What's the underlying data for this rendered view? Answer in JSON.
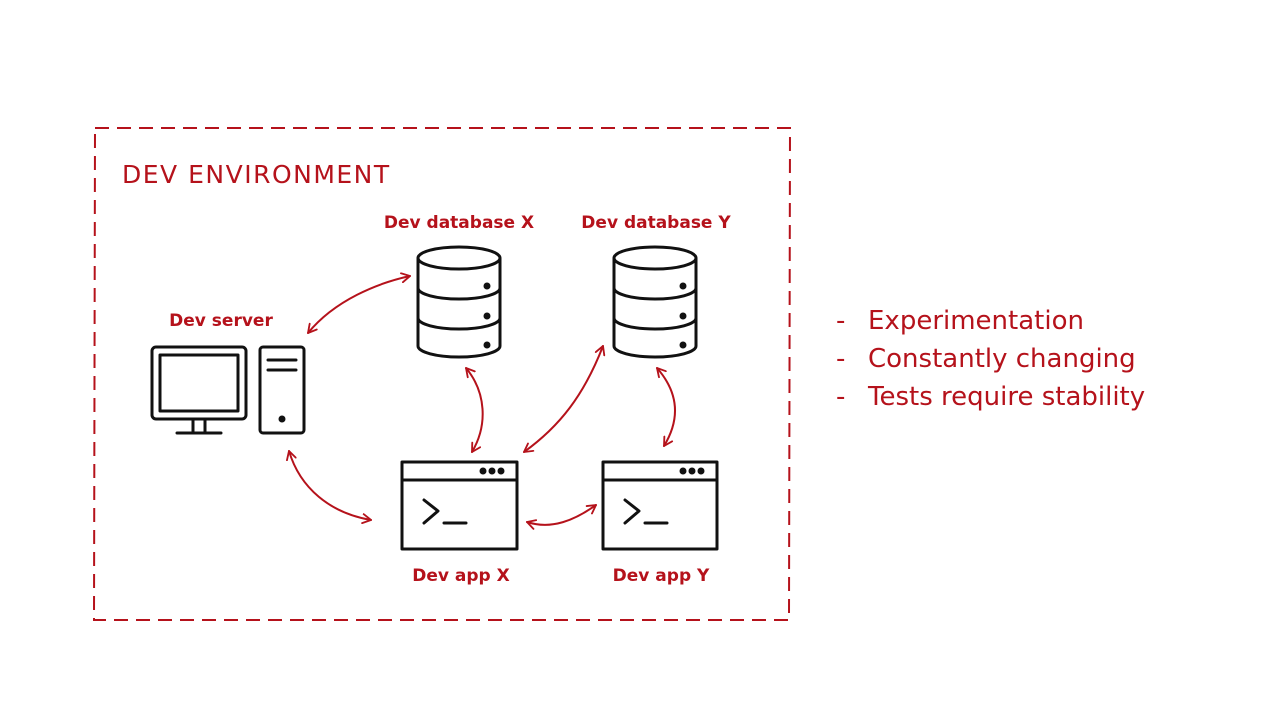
{
  "environment": {
    "title": "DEV ENVIRONMENT"
  },
  "nodes": {
    "dev_server": {
      "label": "Dev server",
      "icon": "computer-icon"
    },
    "dev_database_x": {
      "label": "Dev database X",
      "icon": "database-icon"
    },
    "dev_database_y": {
      "label": "Dev database Y",
      "icon": "database-icon"
    },
    "dev_app_x": {
      "label": "Dev app X",
      "icon": "terminal-window-icon"
    },
    "dev_app_y": {
      "label": "Dev app Y",
      "icon": "terminal-window-icon"
    }
  },
  "connections": [
    {
      "from": "Dev server",
      "to": "Dev database X",
      "bidirectional": true
    },
    {
      "from": "Dev server",
      "to": "Dev app X",
      "bidirectional": true
    },
    {
      "from": "Dev database X",
      "to": "Dev app X",
      "bidirectional": true
    },
    {
      "from": "Dev database Y",
      "to": "Dev app X",
      "bidirectional": true
    },
    {
      "from": "Dev database Y",
      "to": "Dev app Y",
      "bidirectional": true
    },
    {
      "from": "Dev app X",
      "to": "Dev app Y",
      "bidirectional": true
    }
  ],
  "notes": {
    "bullet": "-",
    "items": [
      "Experimentation",
      "Constantly changing",
      "Tests require stability"
    ]
  },
  "colors": {
    "accent": "#b5121b",
    "icon_stroke": "#111111",
    "background": "#ffffff"
  }
}
